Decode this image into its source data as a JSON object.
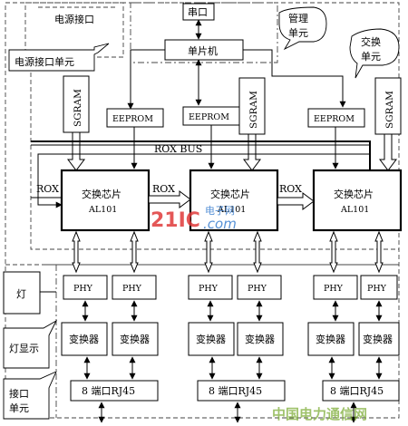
{
  "labels": {
    "power_port": "电源接口",
    "power_port_unit": "电源接口单元",
    "serial_port": "串口",
    "mgmt_unit_1": "管理",
    "mgmt_unit_2": "单元",
    "mcu": "单片机",
    "switch_unit_1": "交换",
    "switch_unit_2": "单元",
    "sgram": "SGRAM",
    "eeprom": "EEPROM",
    "rox_bus": "ROX BUS",
    "rox": "ROX",
    "switch_chip": "交换芯片",
    "chip_model": "AL101",
    "phy": "PHY",
    "converter": "变换器",
    "rj45": "8 端口RJ45",
    "lamp": "灯",
    "lamp_display": "灯显示",
    "interface_unit_1": "接口",
    "interface_unit_2": "单元"
  },
  "watermark": {
    "brand_main": "21IC",
    "brand_cn": "电子网",
    "brand_com": ".com",
    "footer": "中国电力通信网"
  }
}
